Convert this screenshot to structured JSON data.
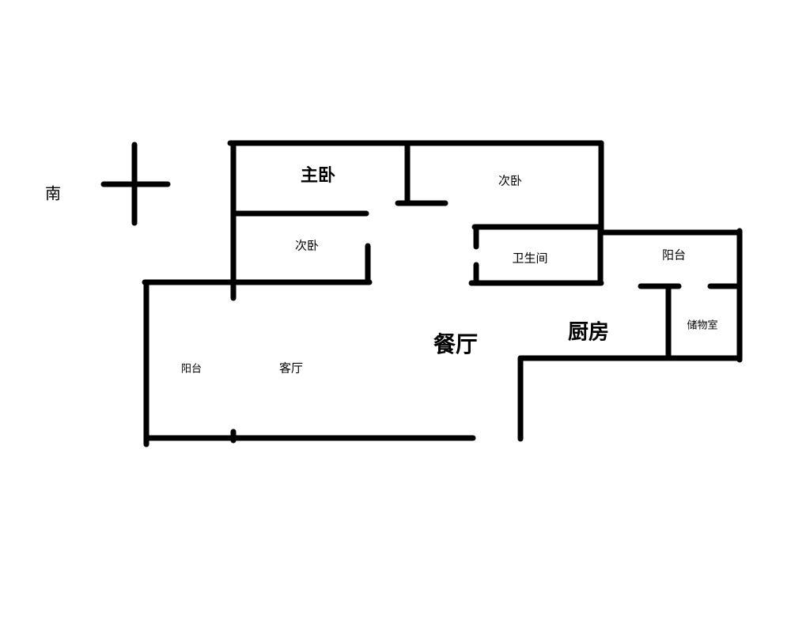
{
  "compass": {
    "direction_label": "南"
  },
  "rooms": {
    "master_bedroom": "主卧",
    "second_bedroom_right": "次卧",
    "second_bedroom_left": "次卧",
    "bathroom": "卫生间",
    "balcony_right": "阳台",
    "storage_room": "储物室",
    "kitchen": "厨房",
    "dining_room": "餐厅",
    "living_room": "客厅",
    "balcony_left": "阳台"
  }
}
